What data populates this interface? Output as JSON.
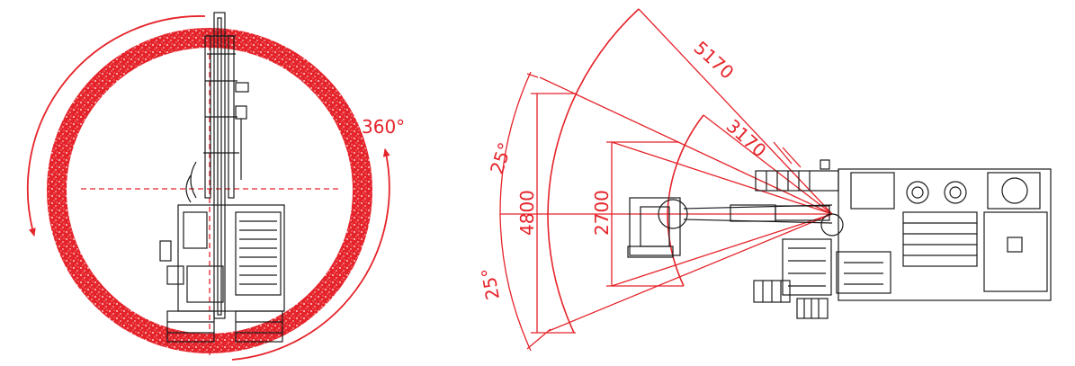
{
  "colors": {
    "dimension": "#e5232a",
    "machine": "#1a1a1a",
    "background": "#ffffff"
  },
  "front_view": {
    "rotation_label": "360°"
  },
  "top_view": {
    "radius_outer_label": "5170",
    "radius_inner_label": "3170",
    "width_outer_label": "4800",
    "width_inner_label": "2700",
    "angle_upper_label": "25°",
    "angle_lower_label": "25°"
  }
}
